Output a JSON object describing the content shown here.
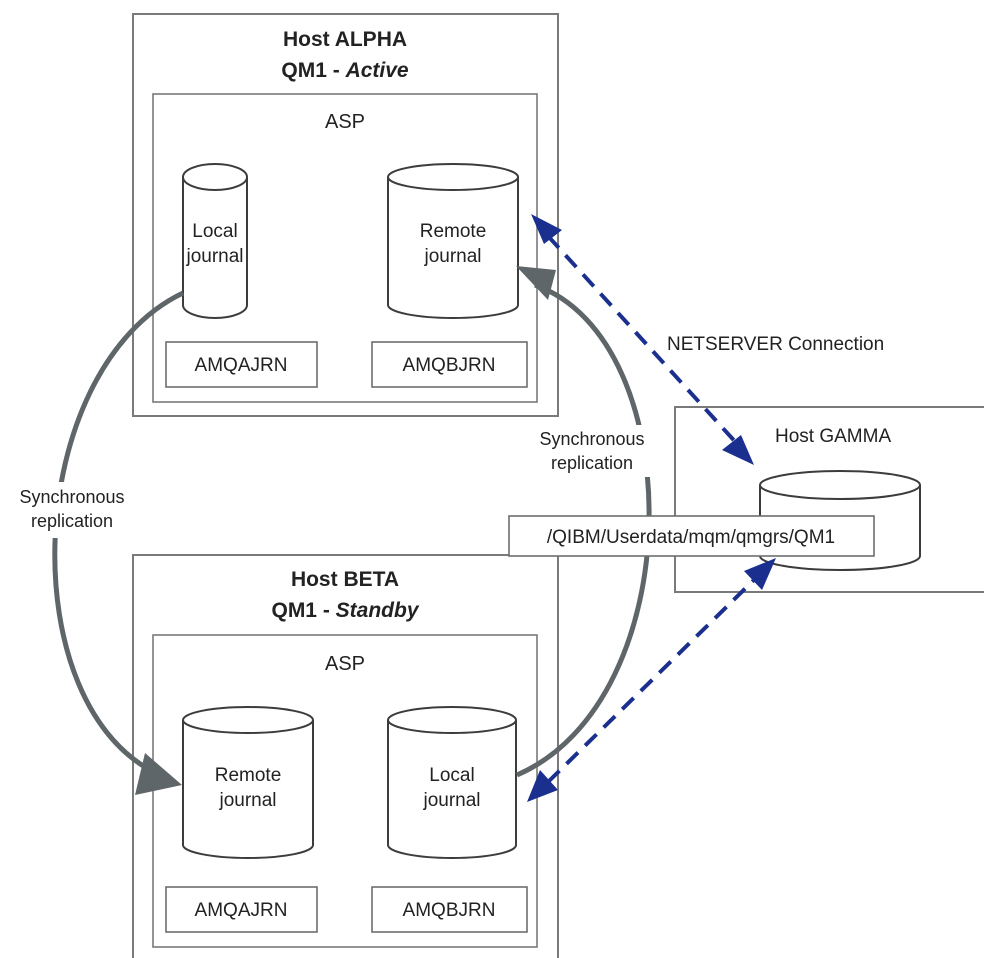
{
  "alpha": {
    "title": "Host ALPHA",
    "qm_prefix": "QM1 - ",
    "qm_state": "Active",
    "asp": "ASP",
    "journal_left": [
      "Local",
      "journal"
    ],
    "journal_right": [
      "Remote",
      "journal"
    ],
    "receiver_left": "AMQAJRN",
    "receiver_right": "AMQBJRN"
  },
  "beta": {
    "title": "Host BETA",
    "qm_prefix": "QM1 - ",
    "qm_state": "Standby",
    "asp": "ASP",
    "journal_left": [
      "Remote",
      "journal"
    ],
    "journal_right": [
      "Local",
      "journal"
    ],
    "receiver_left": "AMQAJRN",
    "receiver_right": "AMQBJRN"
  },
  "gamma": {
    "title": "Host GAMMA",
    "path": "/QIBM/Userdata/mqm/qmgrs/QM1"
  },
  "labels": {
    "netserver": "NETSERVER Connection",
    "sync_left": [
      "Synchronous",
      "replication"
    ],
    "sync_right": [
      "Synchronous",
      "replication"
    ]
  },
  "colors": {
    "replication_arrow": "#5f6669",
    "netserver_arrow": "#1b2f8f",
    "box_border": "#7a7a7a"
  }
}
